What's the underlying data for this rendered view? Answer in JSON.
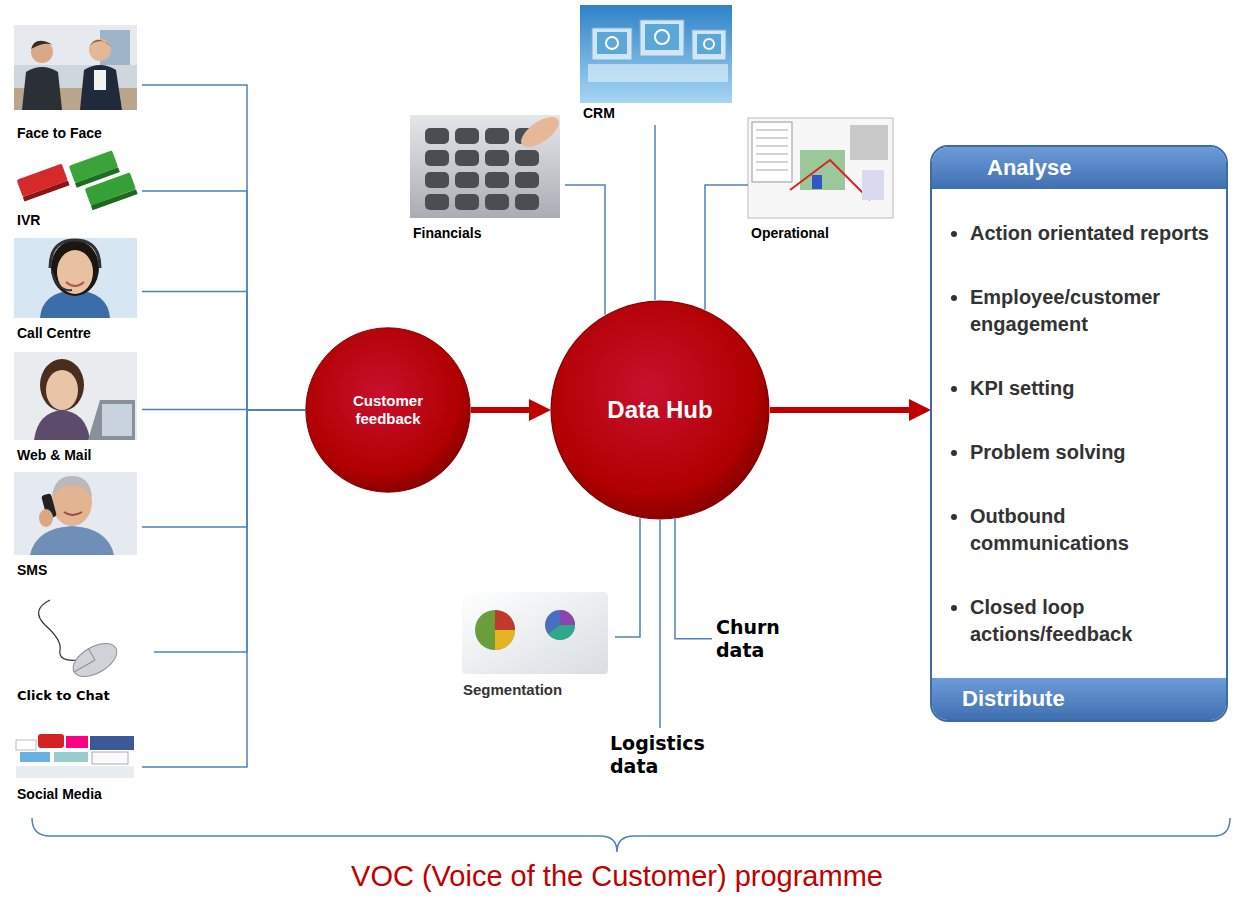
{
  "diagram": {
    "caption": "VOC (Voice of the Customer) programme",
    "nodes": [
      {
        "text": [
          "Face to Face"
        ]
      },
      {
        "text": [
          "IVR"
        ]
      },
      {
        "text": [
          "Call Centre"
        ]
      },
      {
        "text": [
          "Web & Mail"
        ]
      },
      {
        "text": [
          "SMS"
        ]
      },
      {
        "text": [
          "Click to Chat"
        ]
      },
      {
        "text": [
          "Social Media"
        ]
      },
      {
        "text": [
          "Customer feedback"
        ]
      },
      {
        "text": [
          "Financials"
        ]
      },
      {
        "text": [
          "CRM"
        ]
      },
      {
        "text": [
          "Operational"
        ]
      },
      {
        "text": [
          "Data Hub"
        ]
      },
      {
        "text": [
          "Segmentation"
        ]
      },
      {
        "text": [
          "Churn data"
        ]
      },
      {
        "text": [
          "Logistics data"
        ]
      },
      {
        "text": [
          "Analyse",
          "Action orientated reports",
          "Employee/customer engagement",
          "KPI setting",
          "Problem solving",
          "Outbound communications",
          "Closed loop actions/feedback",
          "Distribute"
        ]
      }
    ],
    "edges": [
      {
        "from": 0,
        "to": 7,
        "arrow": "none"
      },
      {
        "from": 1,
        "to": 7,
        "arrow": "none"
      },
      {
        "from": 2,
        "to": 7,
        "arrow": "none"
      },
      {
        "from": 3,
        "to": 7,
        "arrow": "none"
      },
      {
        "from": 4,
        "to": 7,
        "arrow": "none"
      },
      {
        "from": 5,
        "to": 7,
        "arrow": "none"
      },
      {
        "from": 6,
        "to": 7,
        "arrow": "none"
      },
      {
        "from": 7,
        "to": 11,
        "arrow": "to"
      },
      {
        "from": 8,
        "to": 11,
        "arrow": "none"
      },
      {
        "from": 9,
        "to": 11,
        "arrow": "none"
      },
      {
        "from": 10,
        "to": 11,
        "arrow": "none"
      },
      {
        "from": 11,
        "to": 12,
        "arrow": "none"
      },
      {
        "from": 11,
        "to": 13,
        "arrow": "none"
      },
      {
        "from": 11,
        "to": 14,
        "arrow": "none"
      },
      {
        "from": 11,
        "to": 15,
        "arrow": "to"
      }
    ]
  }
}
